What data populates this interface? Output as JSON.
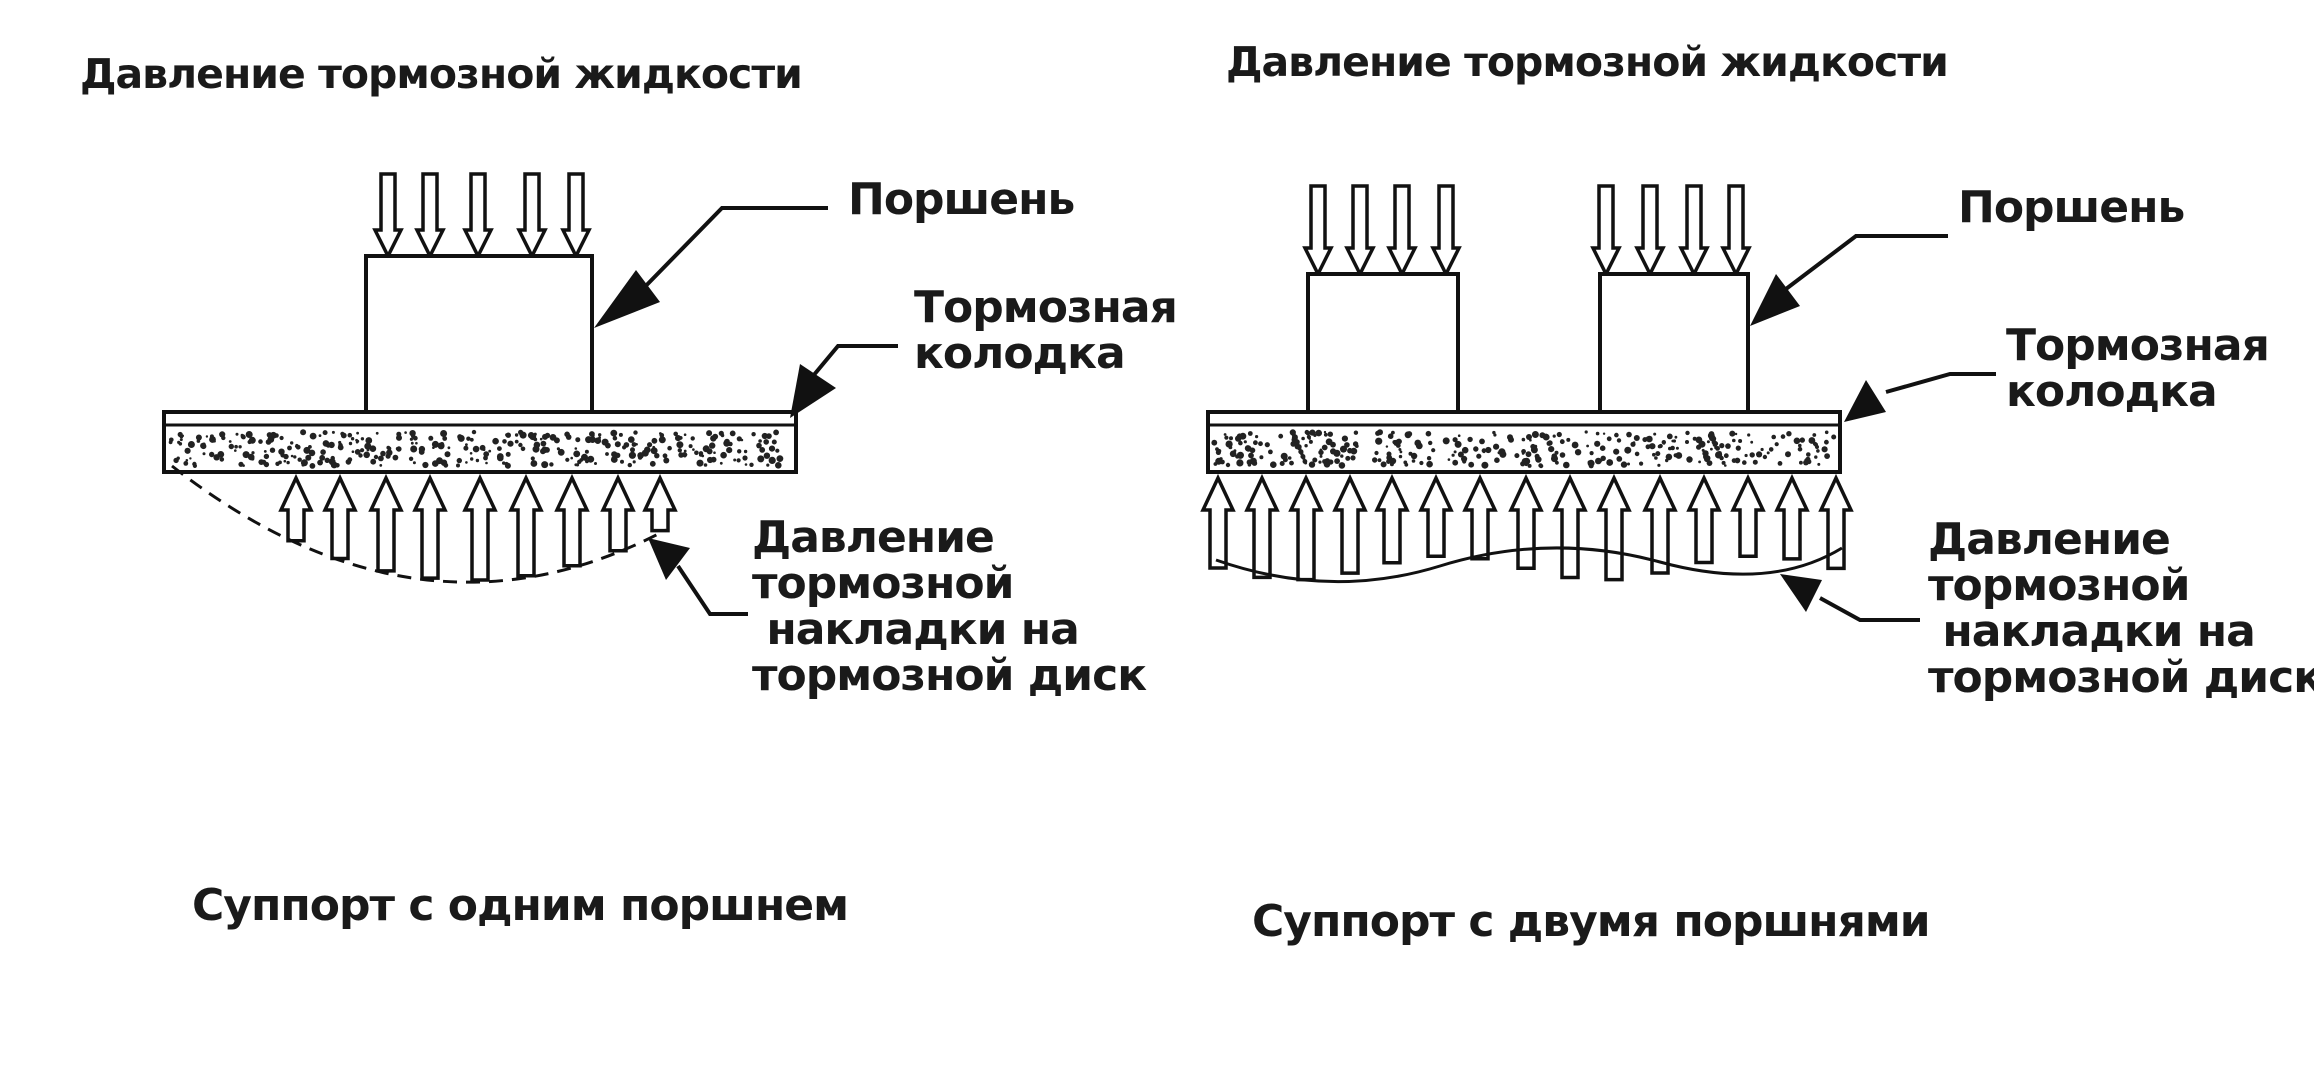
{
  "diagrams": [
    {
      "heading": "Давление тормозной жидкости",
      "piston_label": "Поршень",
      "pad_label_lines": [
        "Тормозная",
        "колодка"
      ],
      "pressure_label_lines": [
        "Давление",
        "тормозной",
        " накладки на",
        "тормозной диск"
      ],
      "caption": "Суппорт с одним поршнем"
    },
    {
      "heading": "Давление тормозной жидкости",
      "piston_label": "Поршень",
      "pad_label_lines": [
        "Тормозная",
        "колодка"
      ],
      "pressure_label_lines": [
        "Давление",
        "тормозной",
        " накладки на",
        "тормозной диск"
      ],
      "caption": "Суппорт с двумя поршнями"
    }
  ]
}
